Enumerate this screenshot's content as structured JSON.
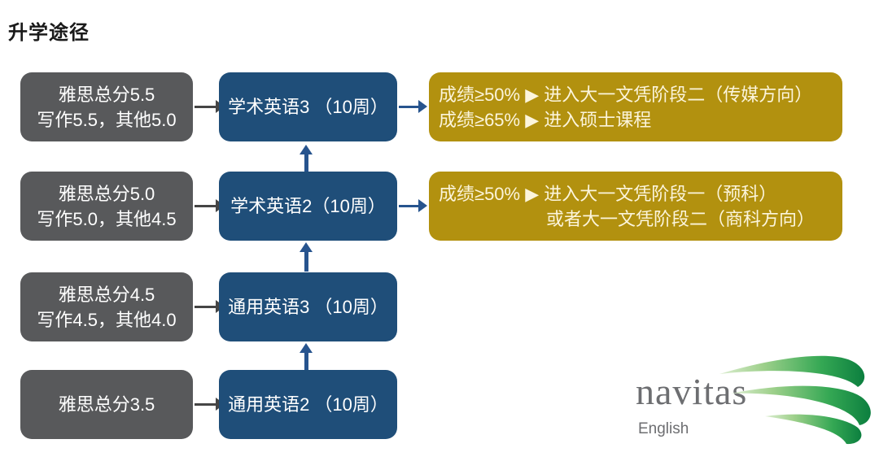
{
  "title": "升学途径",
  "colors": {
    "gray_box": "#58595B",
    "blue_box": "#1F4E79",
    "gold_box": "#B2910F",
    "box_text": "#FFFFFF",
    "gold_text": "#FCF5DC",
    "arrow_dark": "#454545",
    "arrow_blue": "#27548E",
    "title_text": "#1A1A1A",
    "logo_gray": "#6D6E71",
    "logo_green_dark": "#0C7F3F",
    "logo_green_light": "#9ED08B"
  },
  "flow": {
    "entries": [
      {
        "line1": "雅思总分5.5",
        "line2": "写作5.5，其他5.0"
      },
      {
        "line1": "雅思总分5.0",
        "line2": "写作5.0，其他4.5"
      },
      {
        "line1": "雅思总分4.5",
        "line2": "写作4.5，其他4.0"
      },
      {
        "line1": "雅思总分3.5"
      }
    ],
    "courses": [
      {
        "label": "学术英语3 （10周）"
      },
      {
        "label": "学术英语2（10周）"
      },
      {
        "label": "通用英语3 （10周）"
      },
      {
        "label": "通用英语2 （10周）"
      }
    ],
    "outcomes": [
      {
        "line1": "成绩≥50% ▶ 进入大一文凭阶段二（传媒方向）",
        "line2": "成绩≥65% ▶ 进入硕士课程"
      },
      {
        "line1": "成绩≥50% ▶ 进入大一文凭阶段一（预科）",
        "line2": "或者大一文凭阶段二（商科方向）"
      }
    ]
  },
  "logo": {
    "brand": "navitas",
    "subtitle": "English"
  }
}
